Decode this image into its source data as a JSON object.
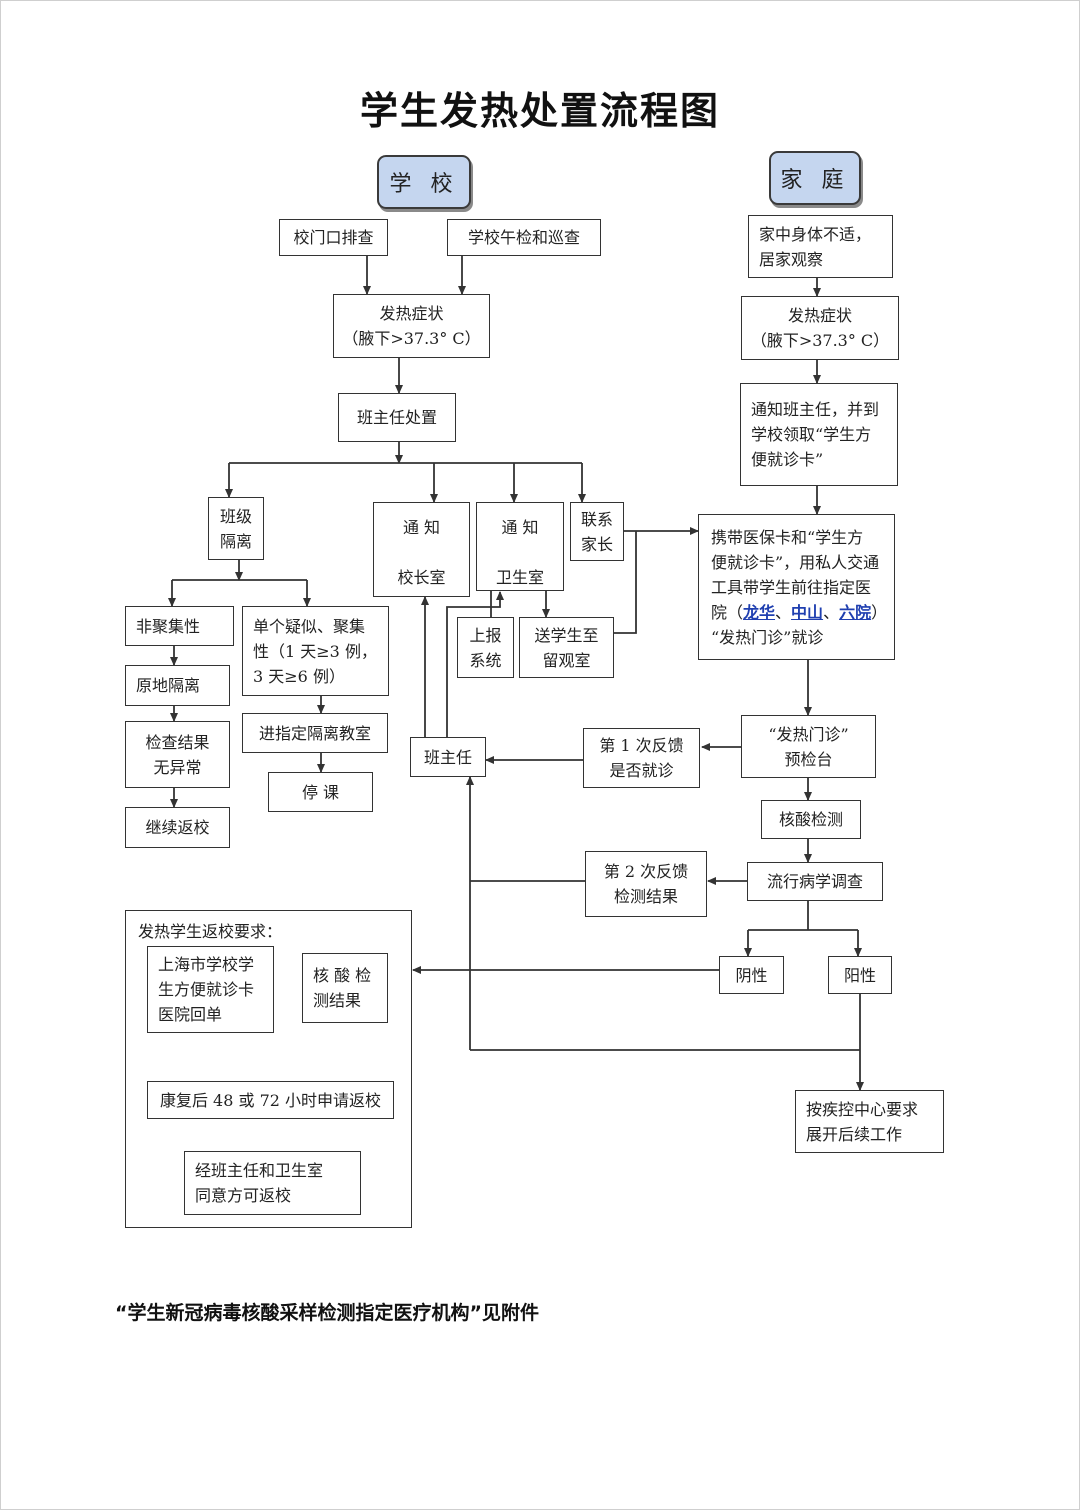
{
  "title": "学生发热处置流程图",
  "school_label": "学 校",
  "home_label": "家 庭",
  "school": {
    "gate_check": "校门口排查",
    "noon_check": "学校午检和巡查",
    "fever_title": "发热症状",
    "fever_temp": "（腋下>37.3° C）",
    "teacher_handle": "班主任处置",
    "class_isolation": "班级\n隔离",
    "notify_principal": "通  知\n\n校长室",
    "notify_clinic": "通  知\n\n卫生室",
    "contact_parent": "联系\n家长",
    "report_system": "上报\n系统",
    "send_observation": "送学生至\n留观室",
    "non_cluster": "非聚集性",
    "cluster": "单个疑似、聚集\n性（1 天≥3 例，\n3 天≥6 例）",
    "in_place_isolation": "原地隔离",
    "result_normal": "检查结果\n无异常",
    "continue_school": "继续返校",
    "isolation_room": "进指定隔离教室",
    "suspend_class": "停    课",
    "head_teacher": "班主任"
  },
  "home": {
    "unwell": "家中身体不适，\n居家观察",
    "fever_title": "发热症状",
    "fever_temp": "（腋下>37.3° C）",
    "notify_teacher": "通知班主任，并到\n学校领取“学生方\n便就诊卡”"
  },
  "hospital": {
    "line1": "携带医保卡和“学生方",
    "line2": "便就诊卡”，用私人交通",
    "line3": "工具带学生前往指定医",
    "line4_prefix": "院（",
    "h1": "龙华",
    "sep1": "、",
    "h2": "中山",
    "sep2": "、",
    "h3": "六院",
    "line4_suffix": "）",
    "line5": "“发热门诊”就诊"
  },
  "clinic": {
    "fever_clinic": "“发热门诊”\n预检台",
    "feedback1": "第 1 次反馈\n是否就诊",
    "nucleic_test": "核酸检测",
    "epi_survey": "流行病学调查",
    "feedback2": "第 2 次反馈\n检测结果",
    "negative": "阴性",
    "positive": "阳性",
    "cdc": "按疾控中心要求\n展开后续工作"
  },
  "return": {
    "title": "发热学生返校要求：",
    "doc": "上海市学校学\n生方便就诊卡\n医院回单",
    "test_result": "核 酸 检\n测结果",
    "apply": "康复后 48 或 72 小时申请返校",
    "approve": "经班主任和卫生室\n同意方可返校"
  },
  "footnote": "“学生新冠病毒核酸采样检测指定医疗机构”见附件",
  "colors": {
    "pill_fill": "#c5d6ef",
    "hospital_link": "#1f3fb0",
    "line": "#333333"
  }
}
